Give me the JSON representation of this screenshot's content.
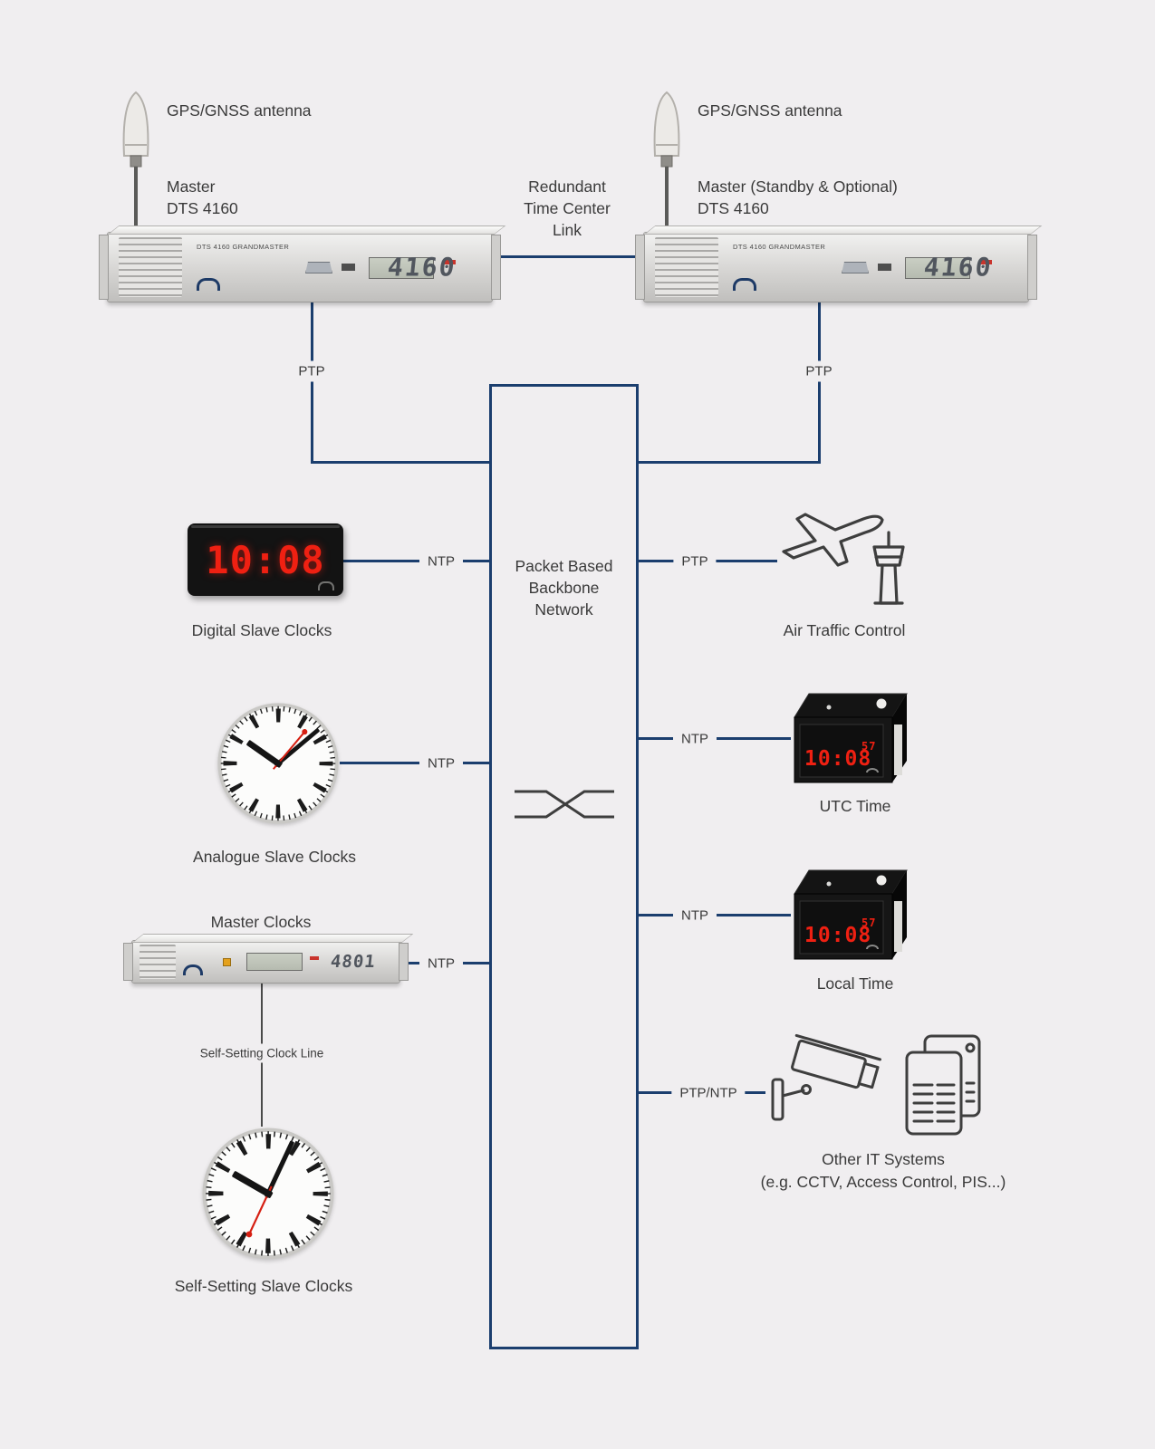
{
  "colors": {
    "background": "#f0eef0",
    "line": "#1b3e6e",
    "text": "#3a3a3a",
    "segment_red": "#ef2012"
  },
  "antennas": {
    "left_label": "GPS/GNSS antenna",
    "right_label": "GPS/GNSS antenna"
  },
  "masters": {
    "left": {
      "label": "Master\nDTS 4160",
      "panel_text": "DTS 4160 GRANDMASTER",
      "display": "4160"
    },
    "right": {
      "label": "Master (Standby & Optional)\nDTS 4160",
      "panel_text": "DTS 4160 GRANDMASTER",
      "display": "4160"
    },
    "link_label": "Redundant\nTime Center\nLink"
  },
  "backbone": {
    "label": "Packet Based\nBackbone\nNetwork"
  },
  "connections": {
    "master_left": "PTP",
    "master_right": "PTP",
    "digital_clocks": "NTP",
    "analogue_clocks": "NTP",
    "master_clocks": "NTP",
    "air_traffic": "PTP",
    "utc_time": "NTP",
    "local_time": "NTP",
    "it_systems": "PTP/NTP",
    "clock_line": "Self-Setting Clock Line"
  },
  "left_nodes": {
    "digital": {
      "label": "Digital Slave Clocks",
      "time": "10:08"
    },
    "analogue": {
      "label": "Analogue Slave Clocks"
    },
    "master_clocks": {
      "label": "Master Clocks",
      "display": "4801"
    },
    "self_setting": {
      "label": "Self-Setting Slave Clocks"
    }
  },
  "right_nodes": {
    "air_traffic": {
      "label": "Air Traffic Control"
    },
    "utc": {
      "label": "UTC Time",
      "time": "10:08",
      "seconds": "57"
    },
    "local": {
      "label": "Local Time",
      "time": "10:08",
      "seconds": "57"
    },
    "it": {
      "label": "Other IT Systems",
      "sublabel": "(e.g. CCTV, Access Control, PIS...)"
    }
  },
  "icons": {
    "gps_antenna": "gps-antenna-icon",
    "airplane": "airplane-icon",
    "control_tower": "control-tower-icon",
    "cctv_camera": "cctv-camera-icon",
    "servers": "server-icon",
    "network_switch": "network-switch-icon",
    "analogue_clock": "analogue-clock-icon"
  }
}
